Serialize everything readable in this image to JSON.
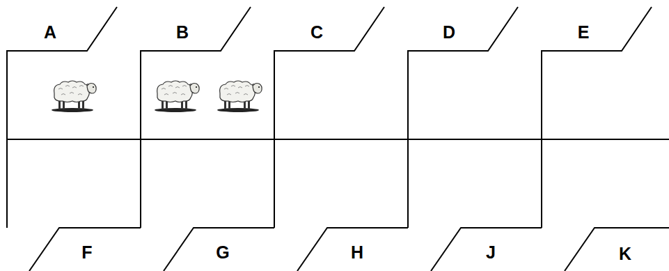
{
  "diagram": {
    "labels": [
      "A",
      "B",
      "C",
      "D",
      "E",
      "F",
      "G",
      "H",
      "J",
      "K"
    ]
  }
}
